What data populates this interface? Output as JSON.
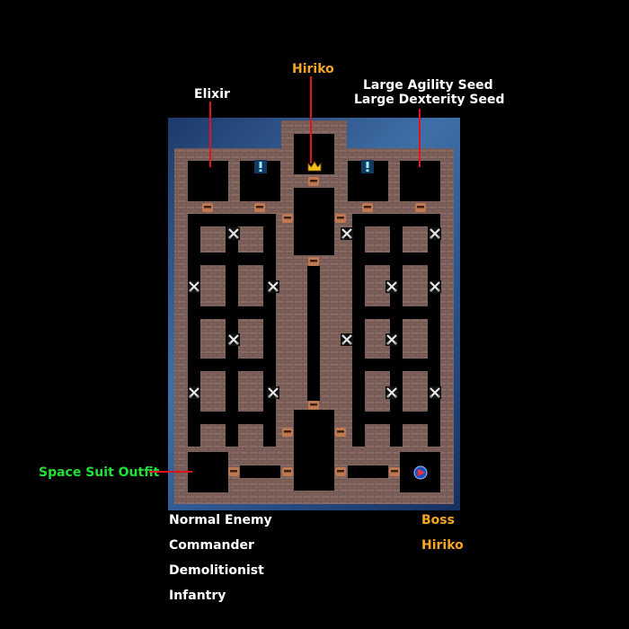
{
  "labels": {
    "hiriko": "Hiriko",
    "elixir": "Elixir",
    "seed_line1": "Large Agility Seed",
    "seed_line2": "Large Dexterity Seed",
    "space_suit": "Space Suit Outfit"
  },
  "legend": {
    "normal_enemy": "Normal Enemy",
    "commander": "Commander",
    "demolitionist": "Demolitionist",
    "infantry": "Infantry",
    "boss": "Boss",
    "boss_name": "Hiriko"
  },
  "colors": {
    "white_label": "#ffffff",
    "orange_label": "#f5a623",
    "green_label": "#22e03a",
    "pointer_line": "#e0131f",
    "brick": "#6e5550",
    "floor": "#000000",
    "backdrop": "#2f5d95"
  },
  "icons": {
    "boss_marker": "crown-icon",
    "item_marker": "exclamation-icon",
    "enemy_marker": "crossed-swords-icon",
    "unit_marker": "soldier-icon",
    "player_marker": "player-arrow-icon"
  }
}
